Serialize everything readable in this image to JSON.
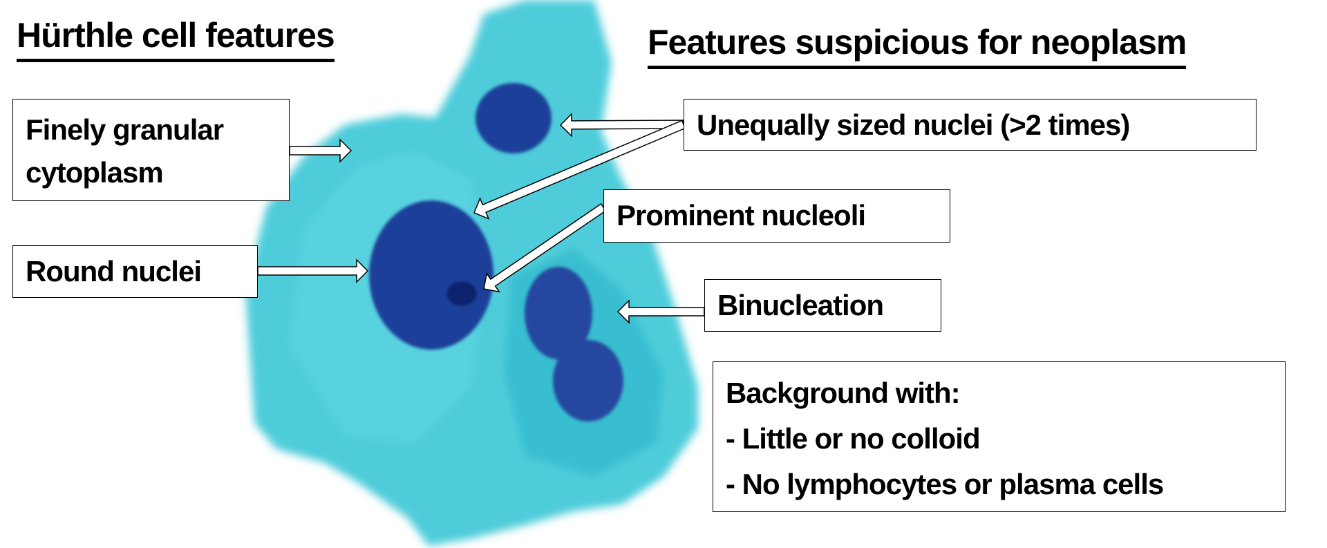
{
  "titles": {
    "left": "Hürthle cell features",
    "right": "Features suspicious for neoplasm"
  },
  "labels": {
    "finely_line1": "Finely granular",
    "finely_line2": "cytoplasm",
    "round_nuclei": "Round nuclei",
    "unequal_nuclei": "Unequally sized nuclei (>2 times)",
    "prominent_nucleoli": "Prominent nucleoli",
    "binucleation": "Binucleation",
    "background_heading": "Background with:",
    "background_item1": "- Little or no colloid",
    "background_item2": "- No lymphocytes or plasma cells"
  },
  "colors": {
    "cytoplasm": "#3cc6d6",
    "nucleus": "#1e3f9a",
    "nucleus_dark": "#0f226e"
  }
}
